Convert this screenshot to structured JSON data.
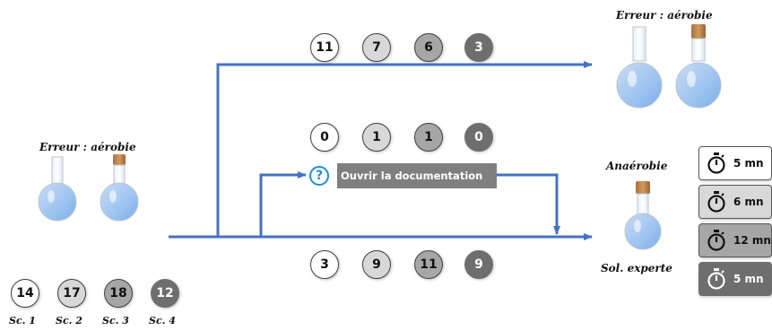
{
  "left_group": {
    "label": "Erreur : aérobie",
    "scenario_values": [
      "14",
      "17",
      "18",
      "12"
    ],
    "scenario_labels": [
      "Sc. 1",
      "Sc. 2",
      "Sc. 3",
      "Sc. 4"
    ]
  },
  "top_branch": {
    "values": [
      "11",
      "7",
      "6",
      "3"
    ],
    "outcome_label": "Erreur : aérobie"
  },
  "middle_branch": {
    "values": [
      "0",
      "1",
      "1",
      "0"
    ],
    "doc_label": "Ouvrir la documentation"
  },
  "bottom_branch": {
    "values": [
      "3",
      "9",
      "11",
      "9"
    ],
    "outcome_label_top": "Anaérobie",
    "outcome_label_bottom": "Sol. experte"
  },
  "timers": [
    "5 mn",
    "6 mn",
    "12 mn",
    "5 mn"
  ],
  "icons": [
    "help-icon",
    "stopwatch-icon",
    "round-flask-icon",
    "corked-flask-icon"
  ],
  "colors": {
    "arrow": "#4472c4",
    "level_1": "#ffffff",
    "level_2": "#d8d8d8",
    "level_3": "#a6a6a6",
    "level_4": "#6e6e6e",
    "liquid": "#9dc3f0",
    "help_accent": "#1f8fd6"
  }
}
